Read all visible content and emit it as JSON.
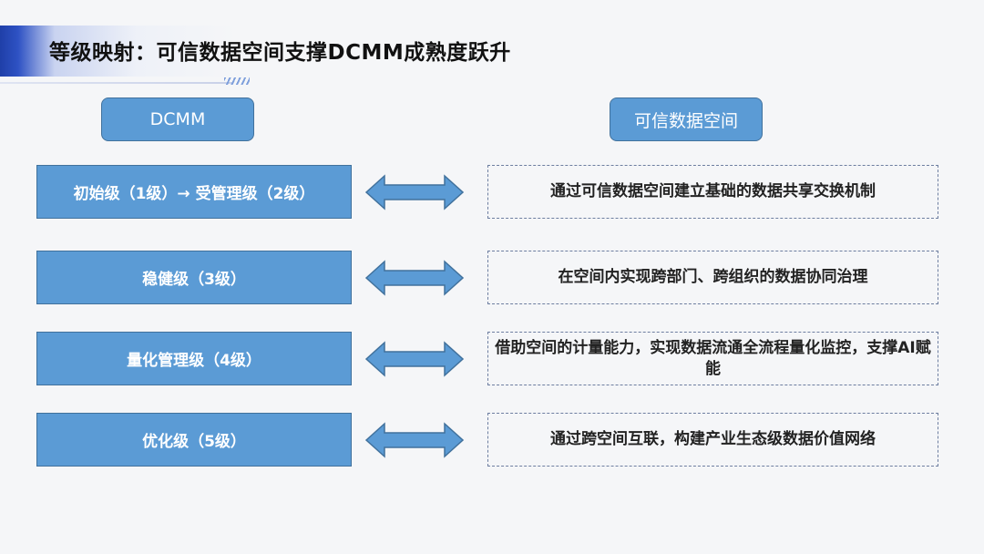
{
  "title": "等级映射：可信数据空间支撑DCMM成熟度跃升",
  "headers": {
    "left": "DCMM",
    "right": "可信数据空间"
  },
  "rows": [
    {
      "level": "初始级（1级）→ 受管理级（2级）",
      "description": "通过可信数据空间建立基础的数据共享交换机制"
    },
    {
      "level": "稳健级（3级）",
      "description": "在空间内实现跨部门、跨组织的数据协同治理"
    },
    {
      "level": "量化管理级（4级）",
      "description": "借助空间的计量能力，实现数据流通全流程量化监控，支撑AI赋能"
    },
    {
      "level": "优化级（5级）",
      "description": "通过跨空间互联，构建产业生态级数据价值网络"
    }
  ],
  "colors": {
    "accent_blue": "#5b9bd5",
    "border_blue": "#41719c",
    "title_bar": "#1f3fa8",
    "dashed_border": "#6d7ea0"
  }
}
